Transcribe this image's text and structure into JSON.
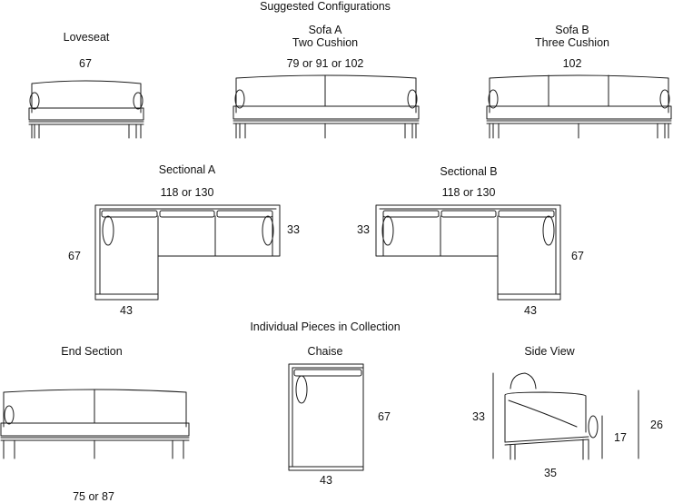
{
  "headings": {
    "suggested": "Suggested Configurations",
    "individual": "Individual Pieces in Collection"
  },
  "loveseat": {
    "title": "Loveseat",
    "width": "67"
  },
  "sofa_a": {
    "title": "Sofa A",
    "subtitle": "Two Cushion",
    "width": "79 or 91 or 102"
  },
  "sofa_b": {
    "title": "Sofa B",
    "subtitle": "Three Cushion",
    "width": "102"
  },
  "sectional_a": {
    "title": "Sectional A",
    "width": "118 or 130",
    "depth": "33",
    "length": "67",
    "chaise_width": "43"
  },
  "sectional_b": {
    "title": "Sectional B",
    "width": "118 or 130",
    "depth": "33",
    "length": "67",
    "chaise_width": "43"
  },
  "end_section": {
    "title": "End Section",
    "width": "75 or 87"
  },
  "chaise": {
    "title": "Chaise",
    "length": "67",
    "width": "43"
  },
  "side_view": {
    "title": "Side View",
    "height": "33",
    "seat_height": "17",
    "arm_height": "26",
    "depth": "35"
  },
  "line_color": "#1a1a1a"
}
